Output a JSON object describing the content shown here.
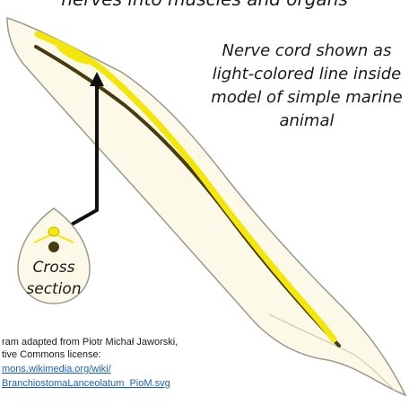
{
  "diagram": {
    "heading": "nerves into muscles and organs",
    "caption_lines": [
      "Nerve cord shown as",
      "light-colored line inside",
      "model of simple marine",
      "animal"
    ],
    "cross_section_lines": [
      "Cross",
      "section"
    ],
    "credit": {
      "line1": "ram adapted from Piotr Michał Jaworski,",
      "line2": "tive Commons license:",
      "link_line1": "mons.wikimedia.org/wiki/",
      "link_line2": "BranchiostomaLanceolatum_PioM.svg"
    }
  },
  "colors": {
    "body_fill": "#fdf9e8",
    "body_outline": "#9a9a8a",
    "nerve_cord": "#f2e60a",
    "notochord": "#4a3a10",
    "arrow": "#111111",
    "link": "#1f5fbf"
  }
}
